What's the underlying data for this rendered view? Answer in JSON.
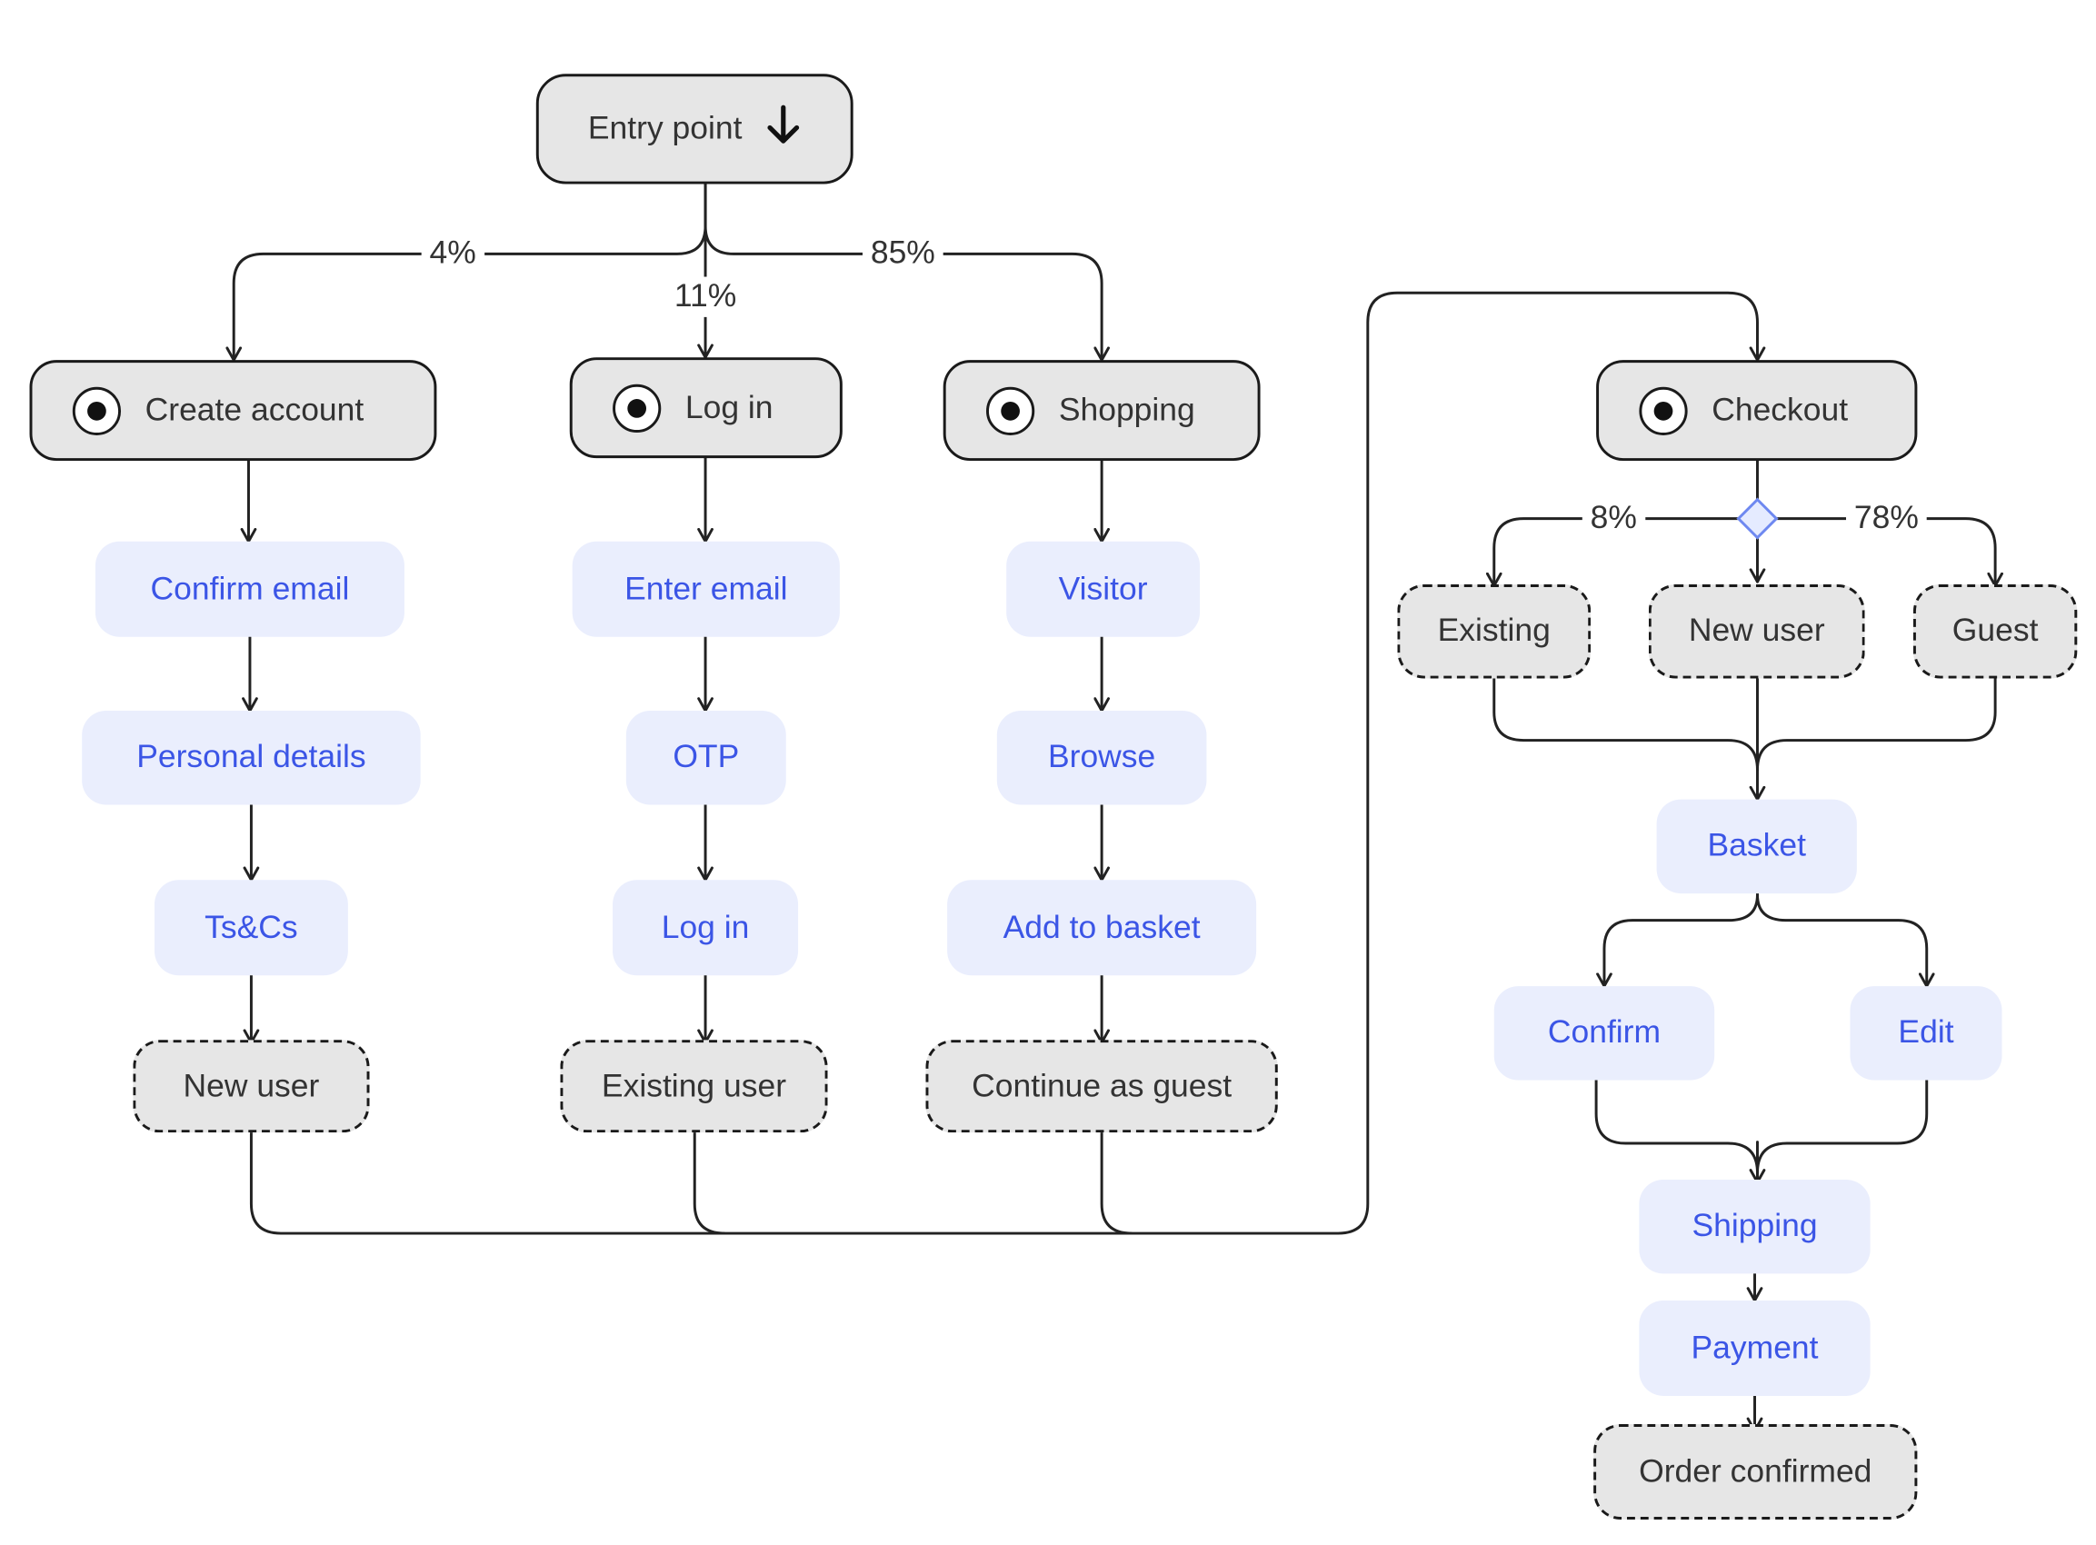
{
  "colors": {
    "line": "#222222",
    "step_fill": "#eaeefd",
    "step_text": "#3b55e6",
    "node_fill": "#e6e6e6",
    "node_text": "#333333",
    "diamond_fill": "#e5ebff",
    "diamond_stroke": "#6e88f0"
  },
  "entry": {
    "label": "Entry point",
    "icon": "arrow-down-icon"
  },
  "branches": {
    "create_account": {
      "label": "Create account",
      "percent": "4%",
      "steps": [
        "Confirm email",
        "Personal details",
        "Ts&Cs"
      ],
      "outcome": "New user"
    },
    "log_in": {
      "label": "Log in",
      "percent": "11%",
      "steps": [
        "Enter email",
        "OTP",
        "Log in"
      ],
      "outcome": "Existing user"
    },
    "shopping": {
      "label": "Shopping",
      "percent": "85%",
      "steps": [
        "Visitor",
        "Browse",
        "Add to basket"
      ],
      "outcome": "Continue as guest"
    }
  },
  "checkout": {
    "label": "Checkout",
    "percent_left": "8%",
    "percent_right": "78%",
    "user_types": [
      "Existing",
      "New user",
      "Guest"
    ],
    "basket": "Basket",
    "basket_actions": [
      "Confirm",
      "Edit"
    ],
    "shipping": "Shipping",
    "payment": "Payment",
    "outcome": "Order confirmed"
  }
}
